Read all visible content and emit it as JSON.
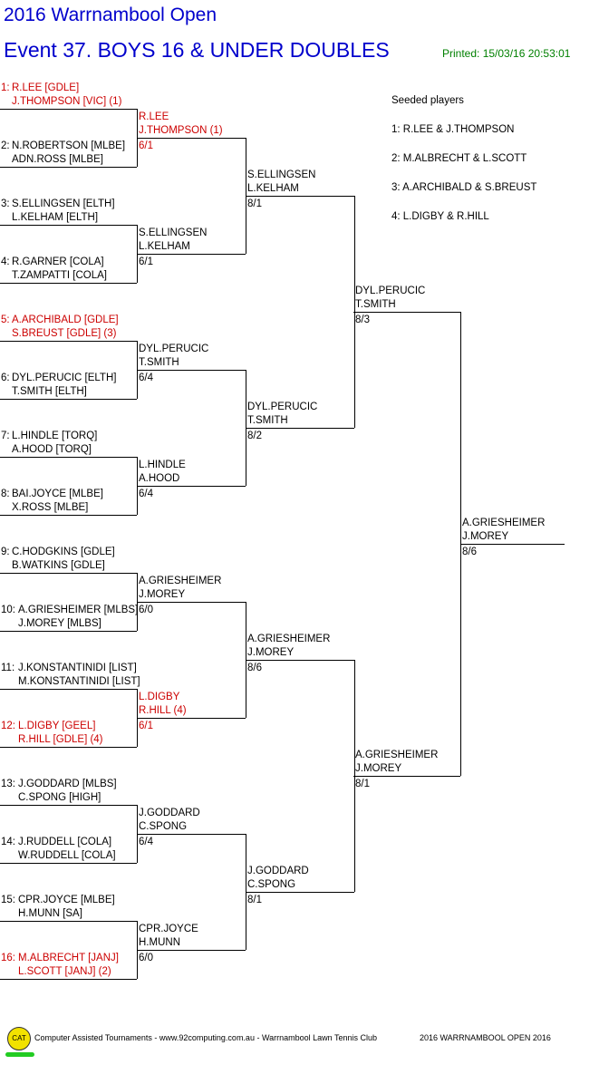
{
  "header": {
    "title": "2016 Warrnambool Open",
    "event": "Event 37. BOYS 16 & UNDER DOUBLES",
    "printed": "Printed: 15/03/16 20:53:01"
  },
  "seeds": {
    "heading": "Seeded players",
    "items": [
      "1: R.LEE & J.THOMPSON",
      "2: M.ALBRECHT & L.SCOTT",
      "3: A.ARCHIBALD & S.BREUST",
      "4: L.DIGBY & R.HILL"
    ]
  },
  "draw": [
    {
      "n": "1:",
      "p1": "R.LEE [GDLE]",
      "p2": "J.THOMPSON [VIC] (1)",
      "seeded": true
    },
    {
      "n": "2:",
      "p1": "N.ROBERTSON [MLBE]",
      "p2": "ADN.ROSS [MLBE]",
      "seeded": false
    },
    {
      "n": "3:",
      "p1": "S.ELLINGSEN [ELTH]",
      "p2": "L.KELHAM [ELTH]",
      "seeded": false
    },
    {
      "n": "4:",
      "p1": "R.GARNER [COLA]",
      "p2": "T.ZAMPATTI [COLA]",
      "seeded": false
    },
    {
      "n": "5:",
      "p1": "A.ARCHIBALD [GDLE]",
      "p2": "S.BREUST [GDLE] (3)",
      "seeded": true
    },
    {
      "n": "6:",
      "p1": "DYL.PERUCIC [ELTH]",
      "p2": "T.SMITH [ELTH]",
      "seeded": false
    },
    {
      "n": "7:",
      "p1": "L.HINDLE [TORQ]",
      "p2": "A.HOOD [TORQ]",
      "seeded": false
    },
    {
      "n": "8:",
      "p1": "BAI.JOYCE [MLBE]",
      "p2": "X.ROSS [MLBE]",
      "seeded": false
    },
    {
      "n": "9:",
      "p1": "C.HODGKINS [GDLE]",
      "p2": "B.WATKINS [GDLE]",
      "seeded": false
    },
    {
      "n": "10:",
      "p1": "A.GRIESHEIMER [MLBS]",
      "p2": "J.MOREY [MLBS]",
      "seeded": false
    },
    {
      "n": "11:",
      "p1": "J.KONSTANTINIDI [LIST]",
      "p2": "M.KONSTANTINIDI [LIST]",
      "seeded": false
    },
    {
      "n": "12:",
      "p1": "L.DIGBY [GEEL]",
      "p2": "R.HILL [GDLE] (4)",
      "seeded": true
    },
    {
      "n": "13:",
      "p1": "J.GODDARD [MLBS]",
      "p2": "C.SPONG [HIGH]",
      "seeded": false
    },
    {
      "n": "14:",
      "p1": "J.RUDDELL [COLA]",
      "p2": "W.RUDDELL [COLA]",
      "seeded": false
    },
    {
      "n": "15:",
      "p1": "CPR.JOYCE [MLBE]",
      "p2": "H.MUNN [SA]",
      "seeded": false
    },
    {
      "n": "16:",
      "p1": "M.ALBRECHT [JANJ]",
      "p2": "L.SCOTT [JANJ] (2)",
      "seeded": true
    }
  ],
  "rounds": [
    [
      {
        "p1": "R.LEE",
        "p2": "J.THOMPSON (1)",
        "score": "6/1",
        "seeded": true
      },
      {
        "p1": "S.ELLINGSEN",
        "p2": "L.KELHAM",
        "score": "6/1",
        "seeded": false
      },
      {
        "p1": "DYL.PERUCIC",
        "p2": "T.SMITH",
        "score": "6/4",
        "seeded": false
      },
      {
        "p1": "L.HINDLE",
        "p2": "A.HOOD",
        "score": "6/4",
        "seeded": false
      },
      {
        "p1": "A.GRIESHEIMER",
        "p2": "J.MOREY",
        "score": "6/0",
        "seeded": false
      },
      {
        "p1": "L.DIGBY",
        "p2": "R.HILL (4)",
        "score": "6/1",
        "seeded": true
      },
      {
        "p1": "J.GODDARD",
        "p2": "C.SPONG",
        "score": "6/4",
        "seeded": false
      },
      {
        "p1": "CPR.JOYCE",
        "p2": "H.MUNN",
        "score": "6/0",
        "seeded": false
      }
    ],
    [
      {
        "p1": "S.ELLINGSEN",
        "p2": "L.KELHAM",
        "score": "8/1",
        "seeded": false
      },
      {
        "p1": "DYL.PERUCIC",
        "p2": "T.SMITH",
        "score": "8/2",
        "seeded": false
      },
      {
        "p1": "A.GRIESHEIMER",
        "p2": "J.MOREY",
        "score": "8/6",
        "seeded": false
      },
      {
        "p1": "J.GODDARD",
        "p2": "C.SPONG",
        "score": "8/1",
        "seeded": false
      }
    ],
    [
      {
        "p1": "DYL.PERUCIC",
        "p2": "T.SMITH",
        "score": "8/3",
        "seeded": false
      },
      {
        "p1": "A.GRIESHEIMER",
        "p2": "J.MOREY",
        "score": "8/1",
        "seeded": false
      }
    ],
    [
      {
        "p1": "A.GRIESHEIMER",
        "p2": "J.MOREY",
        "score": "8/6",
        "seeded": false
      }
    ]
  ],
  "footer": {
    "logo_text": "CAT",
    "text": "Computer Assisted Tournaments - www.92computing.com.au -  Warrnambool Lawn Tennis Club",
    "right": "2016 WARRNAMBOOL OPEN 2016"
  }
}
